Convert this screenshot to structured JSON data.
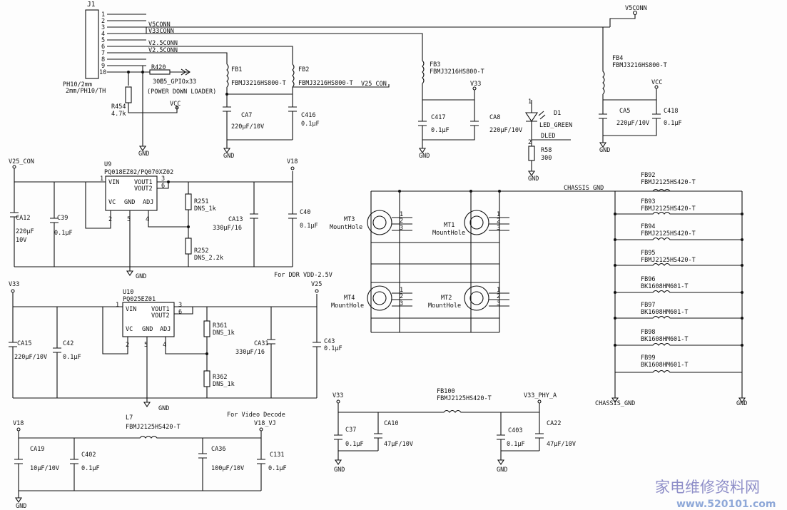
{
  "connector": {
    "ref": "J1",
    "pins": [
      "1",
      "2",
      "3",
      "4",
      "5",
      "6",
      "7",
      "8",
      "9",
      "10"
    ],
    "note1": "PH10/2mm",
    "note2": "2mm/PH10/TH"
  },
  "nets": {
    "v5conn": "V5CONN",
    "v33conn": "V33CONN",
    "v25conn_a": "V2.5CONN",
    "v25conn_b": "V2.5CONN",
    "v25_con": "V25_CON",
    "v33": "V33",
    "vcc": "VCC",
    "v18": "V18",
    "v25": "V25",
    "v18_vj": "V18_VJ",
    "v33_phy_a": "V33_PHY_A",
    "chassis_gnd": "CHASSIS_GND",
    "gnd": "GND",
    "dled": "DLED",
    "e5_gpio": "E5_GPIOx33",
    "power_down": "(POWER DOWN LOADER)"
  },
  "parts": {
    "r420": {
      "ref": "R420",
      "value": "300"
    },
    "r454": {
      "ref": "R454",
      "value": "4.7k"
    },
    "fb1": {
      "ref": "FB1",
      "value": "FBMJ3216HS800-T"
    },
    "fb2": {
      "ref": "FB2",
      "value": "FBMJ3216HS800-T"
    },
    "fb3": {
      "ref": "FB3",
      "value": "FBMJ3216HS800-T"
    },
    "fb4": {
      "ref": "FB4",
      "value": "FBMJ3216HS800-T"
    },
    "ca7": {
      "ref": "CA7",
      "value": "220μF/10V"
    },
    "c416": {
      "ref": "C416",
      "value": "0.1μF"
    },
    "c417": {
      "ref": "C417",
      "value": "0.1μF"
    },
    "ca8": {
      "ref": "CA8",
      "value": "220μF/10V"
    },
    "d1": {
      "ref": "D1",
      "value": "LED_GREEN"
    },
    "r58": {
      "ref": "R58",
      "value": "300"
    },
    "ca5": {
      "ref": "CA5",
      "value": "220μF/10V"
    },
    "c418": {
      "ref": "C418",
      "value": "0.1μF"
    },
    "u9": {
      "ref": "U9",
      "value": "PQ018EZ02/PQ070XZ02",
      "vin": "VIN",
      "vout1": "VOUT1",
      "vout2": "VOUT2",
      "vc": "VC",
      "gnd": "GND",
      "adj": "ADJ"
    },
    "ca12": {
      "ref": "CA12",
      "value1": "220μF",
      "value2": "10V"
    },
    "c39": {
      "ref": "C39",
      "value": "0.1μF"
    },
    "r251": {
      "ref": "R251",
      "value": "DNS_1k"
    },
    "r252": {
      "ref": "R252",
      "value": "DNS_2.2k"
    },
    "ca13": {
      "ref": "CA13",
      "value": "330μF/16"
    },
    "c40": {
      "ref": "C40",
      "value": "0.1μF"
    },
    "u10": {
      "ref": "U10",
      "value": "PQ025EZ01",
      "vin": "VIN",
      "vout1": "VOUT1",
      "vout2": "VOUT2",
      "vc": "VC",
      "gnd": "GND",
      "adj": "ADJ"
    },
    "ca15": {
      "ref": "CA15",
      "value": "220μF/10V"
    },
    "c42": {
      "ref": "C42",
      "value": "0.1μF"
    },
    "r361": {
      "ref": "R361",
      "value": "DNS_1k"
    },
    "r362": {
      "ref": "R362",
      "value": "DNS_1k"
    },
    "ca31": {
      "ref": "CA31",
      "value": "330μF/16"
    },
    "c43": {
      "ref": "C43",
      "value": "0.1μF"
    },
    "l7": {
      "ref": "L7",
      "value": "FBMJ2125HS420-T"
    },
    "ca19": {
      "ref": "CA19",
      "value": "10μF/10V"
    },
    "c402": {
      "ref": "C402",
      "value": "0.1μF"
    },
    "ca36": {
      "ref": "CA36",
      "value": "100μF/10V"
    },
    "c131": {
      "ref": "C131",
      "value": "0.1μF"
    },
    "fb100": {
      "ref": "FB100",
      "value": "FBMJ2125HS420-T"
    },
    "c37": {
      "ref": "C37",
      "value": "0.1μF"
    },
    "ca10": {
      "ref": "CA10",
      "value": "47μF/10V"
    },
    "c403": {
      "ref": "C403",
      "value": "0.1μF"
    },
    "ca22": {
      "ref": "CA22",
      "value": "47μF/10V"
    },
    "mt3": {
      "ref": "MT3",
      "value": "MountHole"
    },
    "mt1": {
      "ref": "MT1",
      "value": "MountHole"
    },
    "mt4": {
      "ref": "MT4",
      "value": "MountHole"
    },
    "mt2": {
      "ref": "MT2",
      "value": "MountHole"
    },
    "fb92": {
      "ref": "FB92",
      "value": "FBMJ2125HS420-T"
    },
    "fb93": {
      "ref": "FB93",
      "value": "FBMJ2125HS420-T"
    },
    "fb94": {
      "ref": "FB94",
      "value": "FBMJ2125HS420-T"
    },
    "fb95": {
      "ref": "FB95",
      "value": "FBMJ2125HS420-T"
    },
    "fb96": {
      "ref": "FB96",
      "value": "BK1608HM601-T"
    },
    "fb97": {
      "ref": "FB97",
      "value": "BK1608HM601-T"
    },
    "fb98": {
      "ref": "FB98",
      "value": "BK1608HM601-T"
    },
    "fb99": {
      "ref": "FB99",
      "value": "BK1608HM601-T"
    }
  },
  "notes": {
    "ddr": "For DDR VDD-2.5V",
    "video": "For Video Decode"
  },
  "watermark": {
    "cn": "家电维修资料网",
    "url": "www.520101.com"
  }
}
